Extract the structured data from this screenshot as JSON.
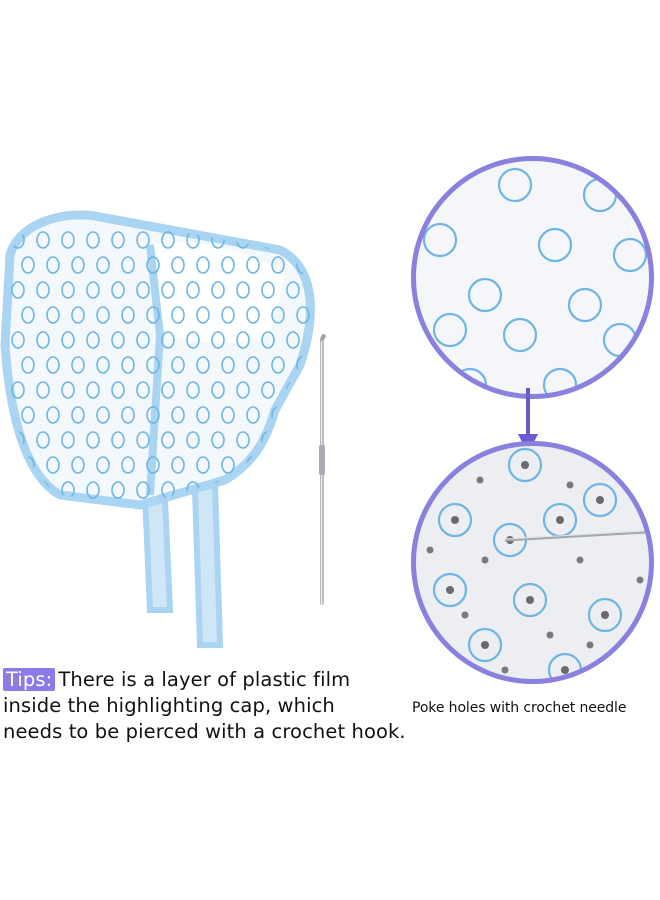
{
  "tips": {
    "badge": "Tips:",
    "line1": "There is a layer of plastic film",
    "line2": "inside the highlighting cap, which",
    "line3": "needs to be pierced with a crochet hook."
  },
  "caption": "Poke holes with crochet needle",
  "colors": {
    "cap_trim": "#a9d4f2",
    "dot_ring": "#6fb5e3",
    "circle_border": "#8a80de",
    "arrow": "#6a5acd",
    "badge": "#8b7be8"
  },
  "icons": {
    "cap": "highlighting-cap-image",
    "hook": "crochet-hook-image",
    "arrow": "down-arrow-icon"
  }
}
